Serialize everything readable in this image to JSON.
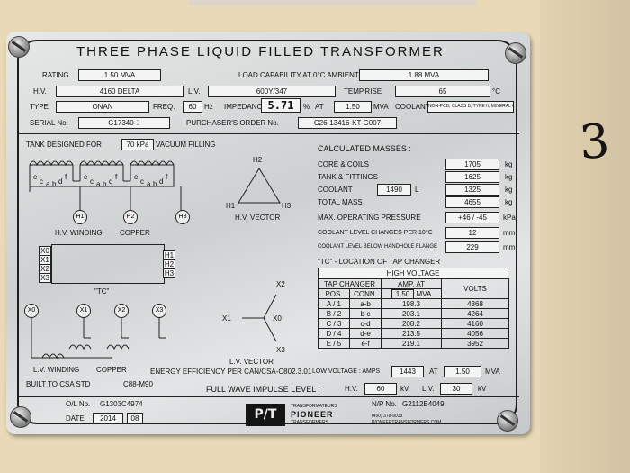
{
  "handwritten_number": "3",
  "title": "THREE PHASE LIQUID FILLED TRANSFORMER",
  "rating": {
    "label": "RATING",
    "value": "1.50 MVA"
  },
  "load_capability": {
    "label": "LOAD CAPABILITY AT 0°C AMBIENT",
    "value": "1.88 MVA"
  },
  "hv": {
    "label": "H.V.",
    "value": "4160 DELTA"
  },
  "lv": {
    "label": "L.V.",
    "value": "600Y/347"
  },
  "temp_rise": {
    "label": "TEMP.RISE",
    "value": "65",
    "unit": "°C"
  },
  "type": {
    "label": "TYPE",
    "value": "ONAN"
  },
  "freq": {
    "label": "FREQ.",
    "value": "60",
    "unit": "Hz"
  },
  "impedance": {
    "label": "IMPEDANCE",
    "value": "5.71",
    "unit": "%",
    "at_label": "AT",
    "at_value": "1.50",
    "at_unit": "MVA"
  },
  "coolant": {
    "label": "COOLANT",
    "value": "NON-PCB, CLASS B, TYPE II, MINERAL OIL"
  },
  "serial": {
    "label": "SERIAL No.",
    "value": "G17340-",
    "suffix": "2"
  },
  "purchaser_order": {
    "label": "PURCHASER'S ORDER No.",
    "value": "C26-13416-KT-G007"
  },
  "tank": {
    "label": "TANK DESIGNED FOR",
    "value": "70 kPa",
    "suffix": "VACUUM FILLING"
  },
  "windings": {
    "letters": [
      "e",
      "c",
      "a",
      "b",
      "d",
      "f"
    ],
    "hv_terminals": [
      "H1",
      "H2",
      "H3"
    ],
    "hv_label": "H.V. WINDING",
    "copper_label": "COPPER",
    "tc_label": "\"TC\"",
    "tc_left": [
      "X0",
      "X1",
      "X2",
      "X3"
    ],
    "tc_right": [
      "H1",
      "H2",
      "H3"
    ],
    "lv_terminals": [
      "X0",
      "X1",
      "X2",
      "X3"
    ],
    "lv_label": "L.V. WINDING",
    "lv_copper_label": "COPPER"
  },
  "hv_vector": {
    "top": "H2",
    "left": "H1",
    "right": "H3",
    "label": "H.V. VECTOR"
  },
  "lv_vector": {
    "top": "X2",
    "left": "X1",
    "right": "X0",
    "bottom": "X3",
    "label": "L.V. VECTOR"
  },
  "masses": {
    "title": "CALCULATED MASSES :",
    "rows": [
      {
        "label": "CORE & COILS",
        "value": "1705",
        "unit": "kg"
      },
      {
        "label": "TANK & FITTINGS",
        "value": "1625",
        "unit": "kg"
      },
      {
        "label": "COOLANT",
        "extra": "1490",
        "extra_unit": "L",
        "value": "1325",
        "unit": "kg"
      },
      {
        "label": "TOTAL MASS",
        "value": "4655",
        "unit": "kg"
      }
    ]
  },
  "max_pressure": {
    "label": "MAX. OPERATING PRESSURE",
    "value": "+46 / -45",
    "unit": "kPa"
  },
  "coolant_level_change": {
    "label": "COOLANT LEVEL CHANGES PER 10°C",
    "value": "12",
    "unit": "mm"
  },
  "coolant_level_handhole": {
    "label": "COOLANT LEVEL BELOW HANDHOLE FLANGE",
    "value": "229",
    "unit": "mm"
  },
  "tap_changer": {
    "title": "\"TC\" - LOCATION OF TAP CHANGER",
    "hv_header": "HIGH VOLTAGE",
    "tap_header": "TAP CHANGER",
    "amp_header": "AMP. AT",
    "amp_value": "1.50",
    "amp_unit": "MVA",
    "volts_header": "VOLTS",
    "pos_header": "POS.",
    "conn_header": "CONN.",
    "rows": [
      {
        "pos": "A / 1",
        "conn": "a-b",
        "amp": "198.3",
        "volts": "4368"
      },
      {
        "pos": "B / 2",
        "conn": "b-c",
        "amp": "203.1",
        "volts": "4264"
      },
      {
        "pos": "C / 3",
        "conn": "c-d",
        "amp": "208.2",
        "volts": "4160"
      },
      {
        "pos": "D / 4",
        "conn": "d-e",
        "amp": "213.5",
        "volts": "4056"
      },
      {
        "pos": "E / 5",
        "conn": "e-f",
        "amp": "219.1",
        "volts": "3952"
      }
    ]
  },
  "efficiency": {
    "label": "ENERGY EFFICIENCY PER CAN/CSA-C802.3.01"
  },
  "low_voltage": {
    "label": "LOW VOLTAGE : AMPS",
    "value": "1443",
    "at_label": "AT",
    "at_value": "1.50",
    "unit": "MVA"
  },
  "built_to": {
    "label": "BUILT TO CSA STD",
    "value": "C88-M90"
  },
  "impulse": {
    "label": "FULL WAVE IMPULSE LEVEL :",
    "hv_label": "H.V.",
    "hv_value": "60",
    "hv_unit": "kV",
    "lv_label": "L.V.",
    "lv_value": "30",
    "lv_unit": "kV"
  },
  "ol_no": {
    "label": "O/L No.",
    "value": "G1303C4974"
  },
  "np_no": {
    "label": "N/P No.",
    "value": "G2112B4049"
  },
  "date": {
    "label": "DATE",
    "year": "2014",
    "month": "08"
  },
  "logo": {
    "mark": "P/T",
    "line1": "TRANSFORMATEURS",
    "brand": "PIONEER",
    "line3": "TRANSFORMERS",
    "phone": "(450) 378-9018",
    "web": "PIONEERTRANSFORMERS.COM"
  }
}
